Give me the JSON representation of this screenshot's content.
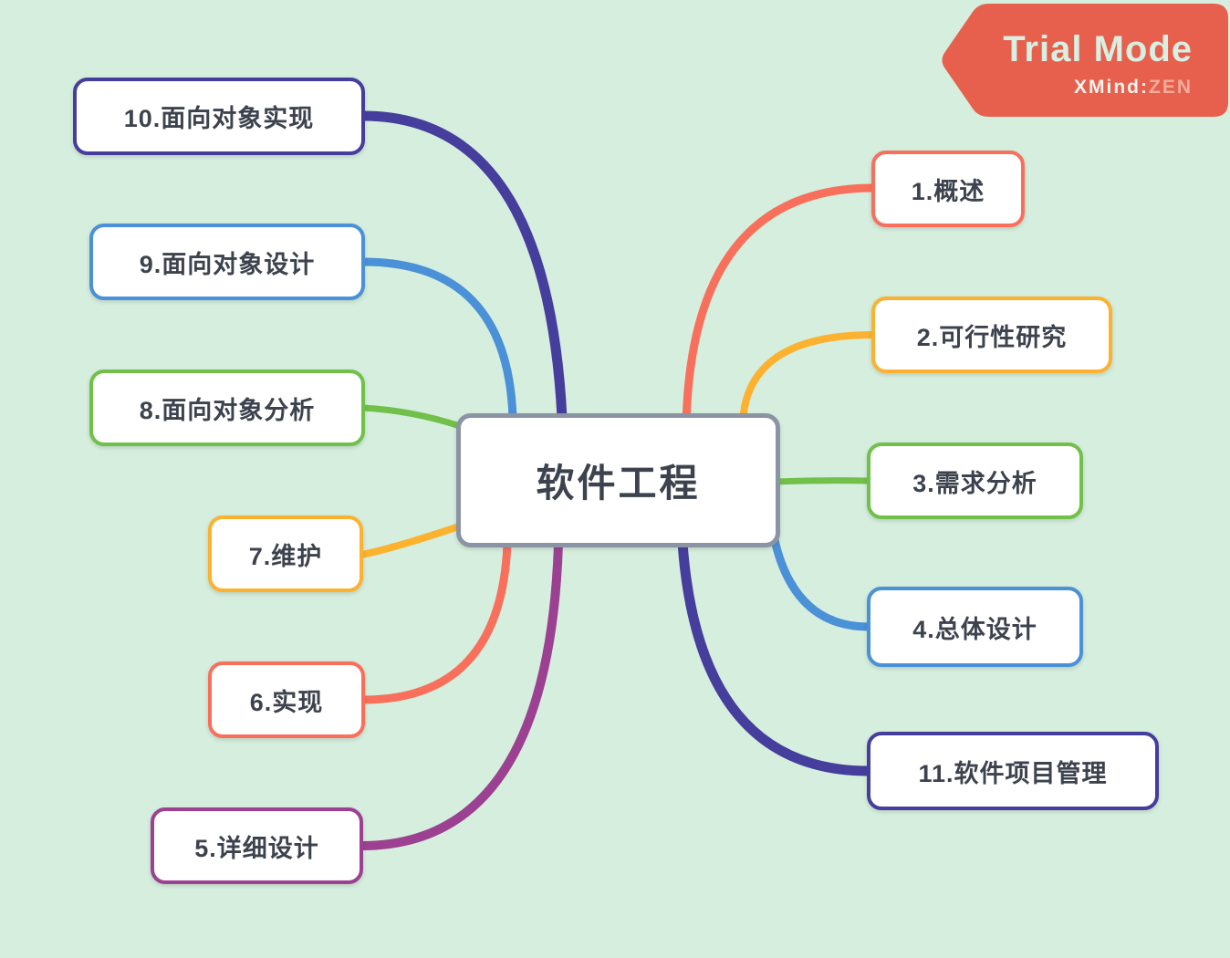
{
  "canvas": {
    "background": "#d6eede"
  },
  "banner": {
    "title": "Trial Mode",
    "brand": "XMind",
    "separator": ":",
    "edition": "ZEN",
    "bg_color": "#e6604d",
    "title_color": "#d8efe2",
    "brand_color": "#f8f3ee",
    "edition_color": "#f3ac9c"
  },
  "mindmap": {
    "root": {
      "label": "软件工程",
      "border_color": "#8a94a4",
      "text_color": "#3d434e"
    },
    "topics": [
      {
        "label": "1.概述",
        "color": "#f8705c",
        "side": "right"
      },
      {
        "label": "2.可行性研究",
        "color": "#fcb22f",
        "side": "right"
      },
      {
        "label": "3.需求分析",
        "color": "#71c04a",
        "side": "right"
      },
      {
        "label": "4.总体设计",
        "color": "#4a91d8",
        "side": "right"
      },
      {
        "label": "5.详细设计",
        "color": "#9c4191",
        "side": "left"
      },
      {
        "label": "6.实现",
        "color": "#f8705c",
        "side": "left"
      },
      {
        "label": "7.维护",
        "color": "#fcb22f",
        "side": "left"
      },
      {
        "label": "8.面向对象分析",
        "color": "#71c04a",
        "side": "left"
      },
      {
        "label": "9.面向对象设计",
        "color": "#4a91d8",
        "side": "left"
      },
      {
        "label": "10.面向对象实现",
        "color": "#453e9c",
        "side": "left"
      },
      {
        "label": "11.软件项目管理",
        "color": "#453e9c",
        "side": "right"
      }
    ]
  }
}
